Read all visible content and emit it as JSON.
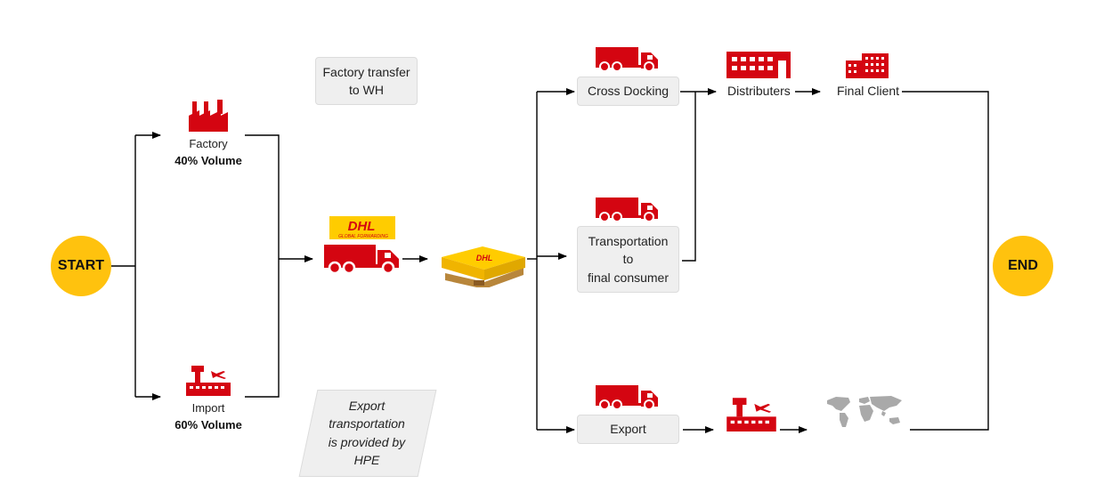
{
  "nodes": {
    "start": "START",
    "end": "END",
    "factory": {
      "label": "Factory",
      "volume": "40% Volume"
    },
    "import": {
      "label": "Import",
      "volume": "60% Volume"
    },
    "factory_transfer": [
      "Factory transfer",
      "to WH"
    ],
    "export_note": [
      "Export",
      "transportation",
      "is provided by",
      "HPE"
    ],
    "cross_docking": "Cross Docking",
    "transport_final": [
      "Transportation",
      "to",
      "final consumer"
    ],
    "export": "Export",
    "distributers": "Distributers",
    "final_client": "Final Client"
  },
  "logo": {
    "brand": "DHL",
    "tagline": "GLOBAL FORWARDING"
  },
  "icons": [
    "factory-icon",
    "airport-icon",
    "dhl-truck-icon",
    "dhl-pallet-icon",
    "truck-icon",
    "warehouse-icon",
    "office-building-icon",
    "world-map-icon"
  ],
  "colors": {
    "start_end": "#ffc20e",
    "dhl_red": "#d40511",
    "dhl_yellow": "#ffcc00",
    "box": "#efefef",
    "line": "#000000"
  }
}
